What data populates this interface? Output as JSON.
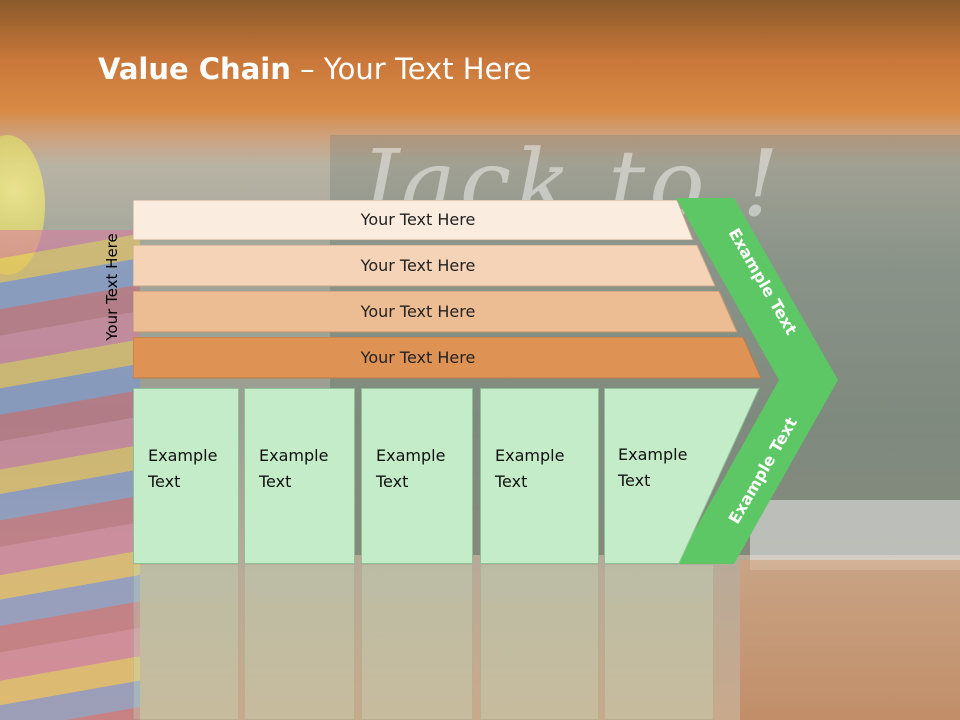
{
  "title": {
    "bold": "Value Chain",
    "rest": " – Your Text Here"
  },
  "side_label": "Your Text Here",
  "bars": [
    {
      "label": "Your Text Here",
      "color": "#fbece0"
    },
    {
      "label": "Your Text Here",
      "color": "#f4d3b7"
    },
    {
      "label": "Your Text Here",
      "color": "#ecbc92"
    },
    {
      "label": "Your Text Here",
      "color": "#de9254"
    }
  ],
  "chevron": {
    "color": "#5cc764",
    "top_label": "Example Text",
    "bottom_label": "Example Text"
  },
  "boxes": [
    {
      "line1": "Example",
      "line2": "Text"
    },
    {
      "line1": "Example",
      "line2": "Text"
    },
    {
      "line1": "Example",
      "line2": "Text"
    },
    {
      "line1": "Example",
      "line2": "Text"
    },
    {
      "line1": "Example",
      "line2": "Text"
    }
  ]
}
